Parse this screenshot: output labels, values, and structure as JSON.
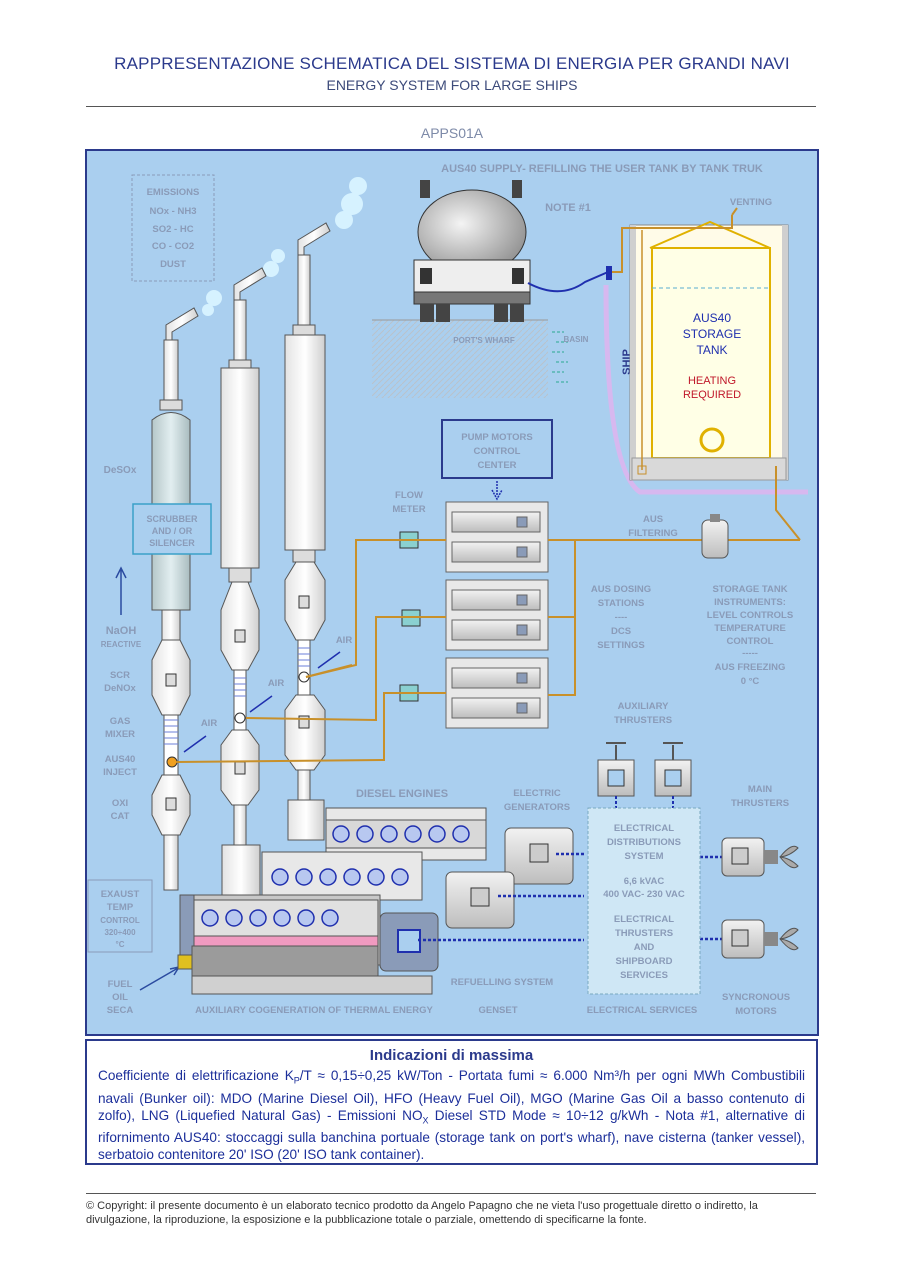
{
  "header": {
    "title_it": "RAPPRESENTAZIONE SCHEMATICA DEL SISTEMA DI ENERGIA PER GRANDI NAVI",
    "title_en": "ENERGY SYSTEM FOR LARGE SHIPS",
    "code": "APPS01A"
  },
  "diagram": {
    "supply_title": "AUS40 SUPPLY- REFILLING THE USER TANK BY TANK TRUK",
    "note1": "NOTE #1",
    "venting": "VENTING",
    "ports_wharf": "PORT'S WHARF",
    "basin": "BASIN",
    "ship": "SHIP",
    "tank_line1": "AUS40",
    "tank_line2": "STORAGE",
    "tank_line3": "TANK",
    "heating_line1": "HEATING",
    "heating_line2": "REQUIRED",
    "emissions": [
      "EMISSIONS",
      "NOx - NH3",
      "SO2 - HC",
      "CO - CO2",
      "DUST"
    ],
    "desox": "DeSOx",
    "scrubber": [
      "SCRUBBER",
      "AND / OR",
      "SILENCER"
    ],
    "naoh": "NaOH",
    "reactive": "REACTIVE",
    "scr": [
      "SCR",
      "DeNOx"
    ],
    "gas_mixer": [
      "GAS",
      "MIXER"
    ],
    "aus40_inject": [
      "AUS40",
      "INJECT"
    ],
    "oxi_cat": [
      "OXI",
      "CAT"
    ],
    "exaust": [
      "EXAUST",
      "TEMP",
      "CONTROL",
      "320÷400",
      "°C"
    ],
    "fuel": [
      "FUEL",
      "OIL",
      "SECA"
    ],
    "air": "AIR",
    "flow_meter": [
      "FLOW",
      "METER"
    ],
    "pump_motors": [
      "PUMP MOTORS",
      "CONTROL",
      "CENTER"
    ],
    "aus_filtering": [
      "AUS",
      "FILTERING"
    ],
    "aus_dosing": [
      "AUS DOSING",
      "STATIONS",
      "----",
      "DCS",
      "SETTINGS"
    ],
    "storage_instr": [
      "STORAGE TANK",
      "INSTRUMENTS:",
      "LEVEL CONTROLS",
      "TEMPERATURE",
      "CONTROL",
      "-----",
      "AUS FREEZING",
      "0 °C"
    ],
    "aux_thrusters": [
      "AUXILIARY",
      "THRUSTERS"
    ],
    "diesel_engines": "DIESEL ENGINES",
    "electric_generators": [
      "ELECTRIC",
      "GENERATORS"
    ],
    "main_thrusters": [
      "MAIN",
      "THRUSTERS"
    ],
    "elec_dist": [
      "ELECTRICAL",
      "DISTRIBUTIONS",
      "SYSTEM"
    ],
    "voltage": [
      "6,6 kVAC",
      "400 VAC- 230 VAC"
    ],
    "elec_thrusters": [
      "ELECTRICAL",
      "THRUSTERS",
      "AND",
      "SHIPBOARD",
      "SERVICES"
    ],
    "refuelling": "REFUELLING SYSTEM",
    "aux_cogen": "AUXILIARY COGENERATION OF THERMAL ENERGY",
    "genset": "GENSET",
    "elec_services": "ELECTRICAL SERVICES",
    "sync_motors": [
      "SYNCRONOUS",
      "MOTORS"
    ]
  },
  "notes": {
    "title": "Indicazioni di massima",
    "l1a": "Coefficiente di elettrificazione K",
    "l1sub": "P",
    "l1b": "/T ≈ 0,15÷0,25 kW/Ton - Portata fumi ≈ 6.000 Nm³/h per ogni MWh Combustibili navali (Bunker oil): MDO (Marine Diesel Oil), HFO (Heavy Fuel Oil), MGO (Marine Gas Oil a basso contenuto di zolfo), LNG (Liquefied Natural Gas) - Emissioni NO",
    "l1sub2": "X",
    "l1c": " Diesel STD Mode ≈ 10÷12 g/kWh - Nota #1, alternative di rifornimento AUS40: stoccaggi sulla banchina portuale (storage tank on port's wharf),  nave cisterna (tanker vessel), serbatoio contenitore 20' ISO (20' ISO tank container)."
  },
  "footer": {
    "copyright": "© Copyright: il presente documento è un elaborato tecnico prodotto da Angelo Papagno che ne vieta l'uso progettuale diretto o indiretto, la divulgazione, la riproduzione, la esposizione e la pubblicazione totale o parziale, omettendo di specificarne la fonte."
  },
  "colors": {
    "frame": "#2b3a8c",
    "panel": "#aacfef",
    "label": "#8a9bb8",
    "pipe": "#c8902a",
    "elec": "#1f2fae"
  }
}
